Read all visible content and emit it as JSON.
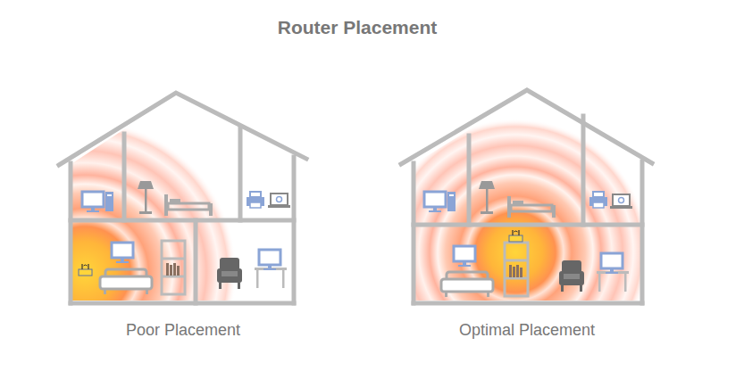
{
  "diagram": {
    "title": "Router Placement",
    "labels": [
      "Poor Placement",
      "Optimal Placement"
    ]
  }
}
